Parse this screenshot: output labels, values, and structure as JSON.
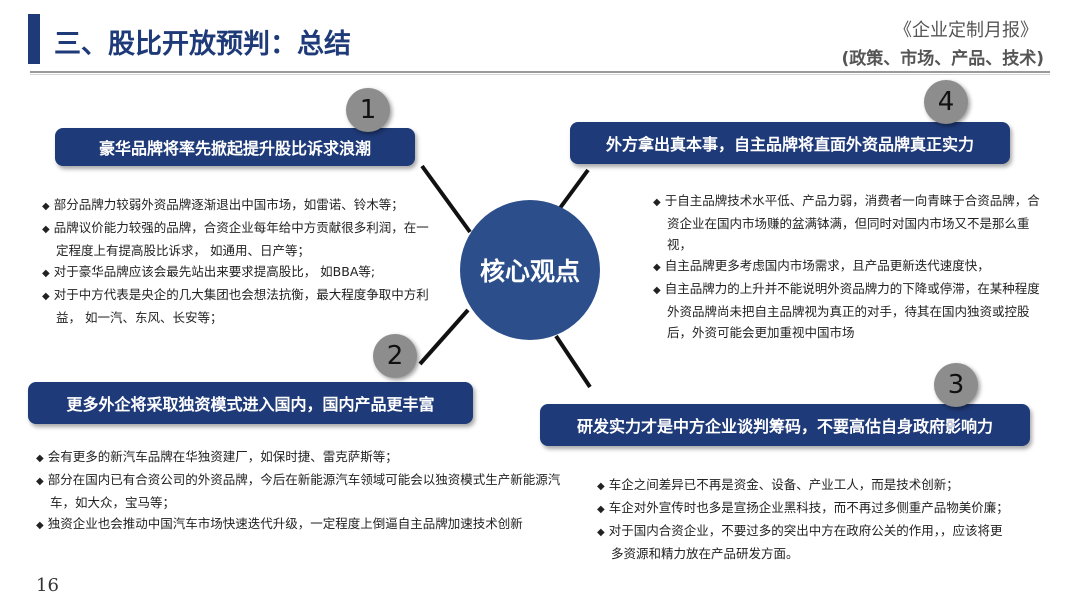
{
  "header": {
    "title": "三、股比开放预判：总结",
    "publication": "《企业定制月报》",
    "subtitle": "(政策、市场、产品、技术)"
  },
  "center": {
    "label": "核心观点"
  },
  "quadrants": [
    {
      "number": "1",
      "headline": "豪华品牌将率先掀起提升股比诉求浪潮",
      "bullets": [
        "部分品牌力较弱外资品牌逐渐退出中国市场，如雷诺、铃木等；",
        "品牌议价能力较强的品牌，合资企业每年给中方贡献很多利润，在一定程度上有提高股比诉求， 如通用、日产等；",
        "对于豪华品牌应该会最先站出来要求提高股比， 如BBA等;",
        "对于中方代表是央企的几大集团也会想法抗衡，最大程度争取中方利益， 如一汽、东风、长安等；"
      ]
    },
    {
      "number": "2",
      "headline": "更多外企将采取独资模式进入国内，国内产品更丰富",
      "bullets": [
        "会有更多的新汽车品牌在华独资建厂，如保时捷、雷克萨斯等；",
        "部分在国内已有合资公司的外资品牌，今后在新能源汽车领域可能会以独资模式生产新能源汽车，如大众，宝马等；",
        "独资企业也会推动中国汽车市场快速迭代升级，一定程度上倒逼自主品牌加速技术创新"
      ]
    },
    {
      "number": "3",
      "headline": "研发实力才是中方企业谈判筹码，不要高估自身政府影响力",
      "bullets": [
        "车企之间差异已不再是资金、设备、产业工人，而是技术创新；",
        "车企对外宣传时也多是宣扬企业黑科技，而不再过多侧重产品物美价廉；",
        "对于国内合资企业，不要过多的突出中方在政府公关的作用，，应该将更多资源和精力放在产品研发方面。"
      ]
    },
    {
      "number": "4",
      "headline": "外方拿出真本事，自主品牌将直面外资品牌真正实力",
      "bullets": [
        "于自主品牌技术水平低、产品力弱，消费者一向青睐于合资品牌，合资企业在国内市场赚的盆满钵满，但同时对国内市场又不是那么重视，",
        "自主品牌更多考虑国内市场需求，且产品更新迭代速度快，",
        "自主品牌力的上升并不能说明外资品牌力的下降或停滞，在某种程度外资品牌尚未把自主品牌视为真正的对手，待其在国内独资或控股后，外资可能会更加重视中国市场"
      ]
    }
  ],
  "page_number": "16",
  "colors": {
    "navy": "#1f3a78",
    "core": "#2c4f8c",
    "badge": "#8d8d8d"
  }
}
